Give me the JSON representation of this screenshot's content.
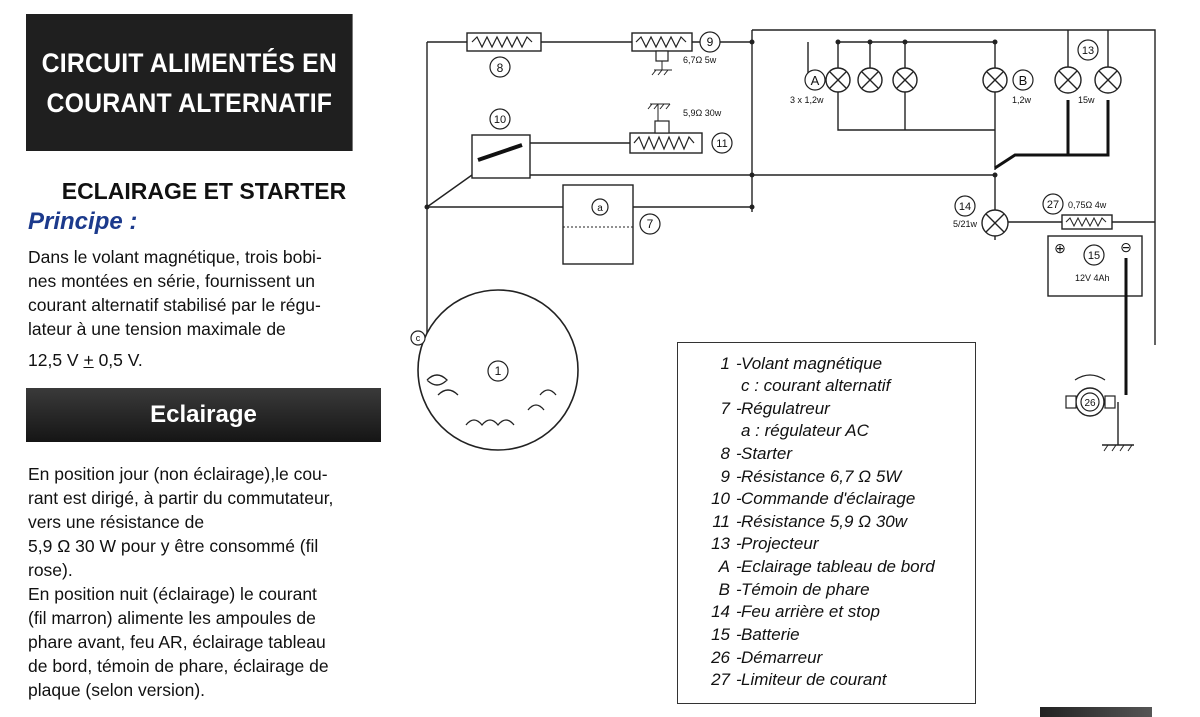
{
  "header": {
    "title_line1": "CIRCUIT ALIMENTÉS EN",
    "title_line2": "COURANT ALTERNATIF"
  },
  "section1": {
    "heading": "ECLAIRAGE ET STARTER",
    "principe": "Principe :",
    "lines": [
      "Dans le volant magnétique, trois bobi-",
      "nes montées en série, fournissent un",
      "courant alternatif stabilisé par le régu-",
      "lateur à une tension maximale de"
    ],
    "tension_prefix": "12,5 V ",
    "tension_pm": "+",
    "tension_suffix": " 0,5 V."
  },
  "section2": {
    "bar_label": "Eclairage",
    "lines": [
      "En position jour (non éclairage),le cou-",
      "rant est dirigé, à partir du commutateur,",
      "vers une résistance de",
      "5,9 Ω 30 W pour y être consommé (fil",
      "rose).",
      "En position nuit (éclairage) le courant",
      "(fil marron) alimente les ampoules de",
      "phare avant, feu AR, éclairage tableau",
      "de bord, témoin de phare, éclairage de",
      "plaque (selon version)."
    ]
  },
  "legend": [
    {
      "num": "1",
      "text": "Volant magnétique"
    },
    {
      "num": "",
      "text": "c : courant alternatif"
    },
    {
      "num": "7",
      "text": "Régulatreur"
    },
    {
      "num": "",
      "text": "a : régulateur AC"
    },
    {
      "num": "8",
      "text": "Starter"
    },
    {
      "num": "9",
      "text": "Résistance 6,7 Ω 5W"
    },
    {
      "num": "10",
      "text": "Commande d'éclairage"
    },
    {
      "num": "11",
      "text": "Résistance 5,9 Ω 30w"
    },
    {
      "num": "13",
      "text": "Projecteur"
    },
    {
      "num": "A",
      "text": "Eclairage tableau de bord"
    },
    {
      "num": "B",
      "text": "Témoin de phare"
    },
    {
      "num": "14",
      "text": "Feu arrière et stop"
    },
    {
      "num": "15",
      "text": "Batterie"
    },
    {
      "num": "26",
      "text": "Démarreur"
    },
    {
      "num": "27",
      "text": "Limiteur de courant"
    }
  ],
  "diagram": {
    "c_label": "c",
    "a_label": "a",
    "A_label": "A",
    "B_label": "B",
    "n1": "1",
    "n7": "7",
    "n8": "8",
    "n9": "9",
    "n10": "10",
    "n11": "11",
    "n13": "13",
    "n14": "14",
    "n15": "15",
    "n26": "26",
    "n27": "27",
    "r9_value": "6,7Ω  5w",
    "r11_value": "5,9Ω  30w",
    "r27_value": "0,75Ω  4w",
    "a_rating": "3 x  1,2w",
    "b_rating": "1,2w",
    "p13_rating": "15w",
    "l14_rating": "5/21w",
    "bat_rating": "12V 4Ah",
    "bat_plus": "⊕",
    "bat_minus": "⊖"
  }
}
